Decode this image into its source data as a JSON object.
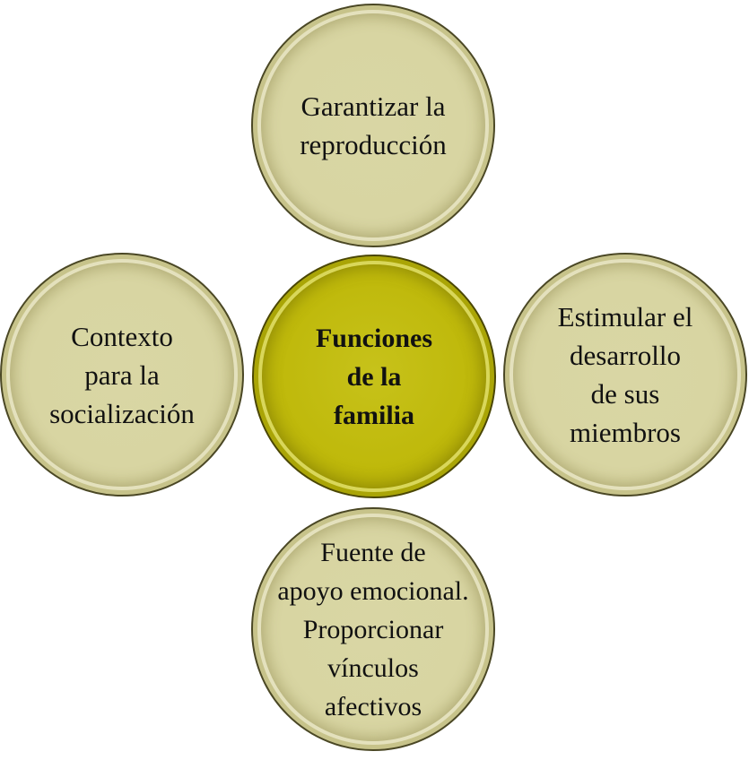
{
  "center": {
    "label": "Funciones\nde la\nfamilia"
  },
  "nodes": {
    "top": "Garantizar la\nreproducción",
    "left": "Contexto\npara la\nsocialización",
    "right": "Estimular el\ndesarrollo\nde sus\nmiembros",
    "bottom": "Fuente de\napoyo emocional.\nProporcionar\nvínculos\nafectivos"
  },
  "colors": {
    "center_fill": "#bfb90b",
    "outer_fill": "#d8d5a2",
    "outline": "#4a4724"
  }
}
